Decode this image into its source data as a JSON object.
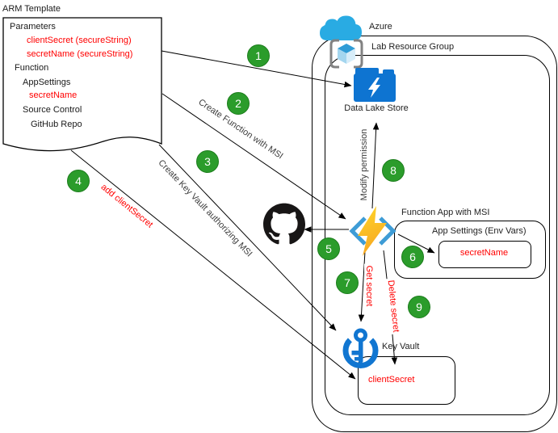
{
  "colors": {
    "badge-green": "#2b9c2b",
    "red": "#ff0000",
    "line-black": "#000000",
    "azure-cloud-blue": "#29abe3",
    "folder-blue": "#0e74d1",
    "function-bracket-blue": "#3e9cd6",
    "bolt-yellow": "#ffd21e",
    "bolt-orange": "#f6a21c",
    "keyvault-blue": "#1176d1",
    "github-black": "#181616",
    "cube-top-blue": "#2f9cd6",
    "cube-left-blue": "#a4d6ef",
    "cube-right-blue": "#d7edf9"
  },
  "arm": {
    "title": "ARM Template",
    "items": [
      {
        "text": "Parameters",
        "color": "black"
      },
      {
        "text": "clientSecret (secureString)",
        "color": "red"
      },
      {
        "text": "secretName (secureString)",
        "color": "red"
      },
      {
        "text": "Function",
        "color": "black"
      },
      {
        "text": "AppSettings",
        "color": "black"
      },
      {
        "text": "secretName",
        "color": "red"
      },
      {
        "text": "Source Control",
        "color": "black"
      },
      {
        "text": "GitHub Repo",
        "color": "black"
      }
    ]
  },
  "azure": {
    "label": "Azure",
    "resource_group_label": "Lab Resource Group"
  },
  "nodes": {
    "data_lake": "Data Lake Store",
    "function_app": "Function App with MSI",
    "app_settings": "App Settings (Env Vars)",
    "app_settings_secret": "secretName",
    "key_vault": "Key Vault",
    "key_vault_secret": "clientSecret"
  },
  "edges": {
    "create_function": "Create Function with MSI",
    "create_key_vault": "Create Key Vault authorizing MSI",
    "add_client_secret": "add clientSecret",
    "modify_permission": "Modify permission",
    "get_secret": "Get secret",
    "delete_secret": "Delete secret"
  },
  "steps": [
    "1",
    "2",
    "3",
    "4",
    "5",
    "6",
    "7",
    "8",
    "9"
  ]
}
